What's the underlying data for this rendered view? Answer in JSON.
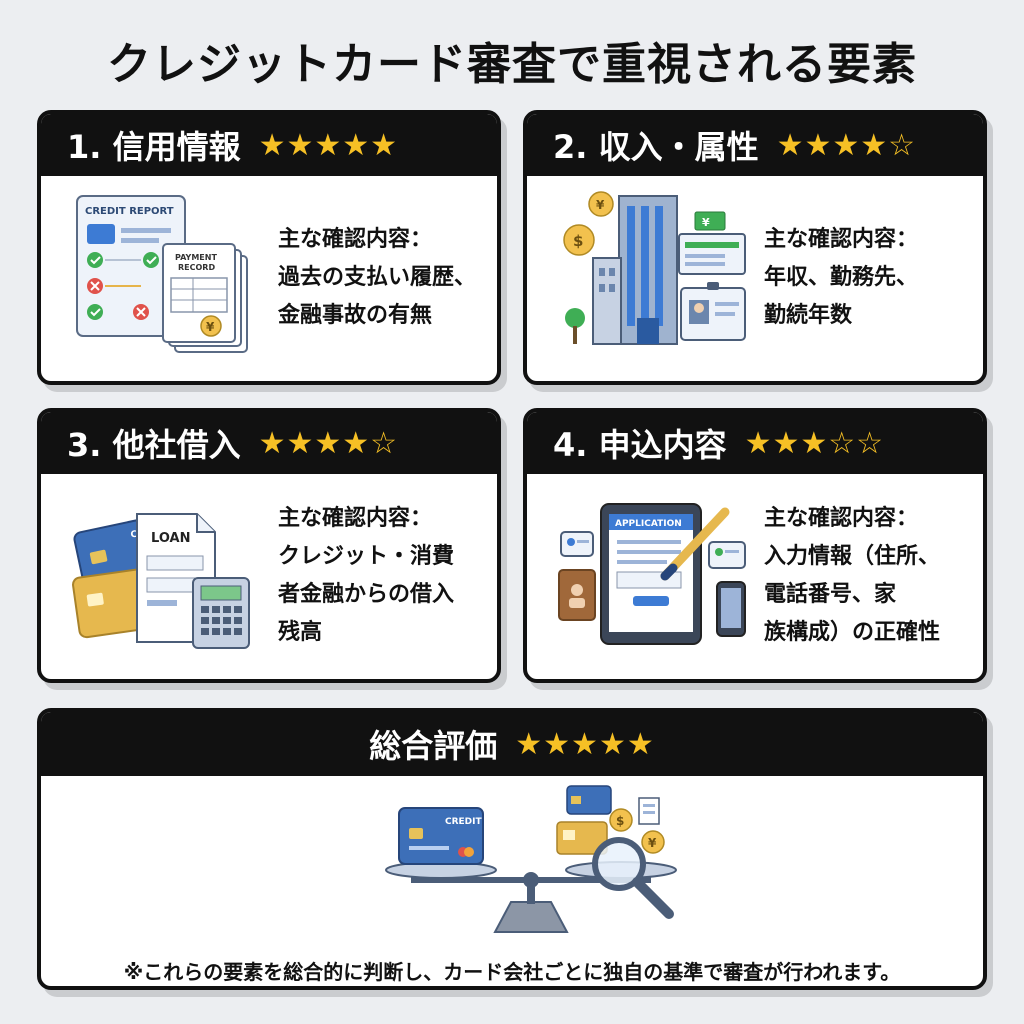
{
  "title": "クレジットカード審査で重視される要素",
  "colors": {
    "header": "#111111",
    "star": "#f6c025",
    "background": "#eceef1"
  },
  "cards": [
    {
      "title": "1. 信用情報",
      "rating": 5,
      "stars": "★★★★★",
      "lines": [
        "主な確認内容：",
        "過去の支払い履歴、",
        "金融事故の有無"
      ],
      "illustration": {
        "icon": "credit-report-icon",
        "labels": [
          "CREDIT REPORT",
          "PAYMENT",
          "RECORD",
          "¥"
        ]
      }
    },
    {
      "title": "2. 収入・属性",
      "rating": 4,
      "stars": "★★★★☆",
      "lines": [
        "主な確認内容：",
        "年収、勤務先、",
        "勤続年数"
      ],
      "illustration": {
        "icon": "office-building-icon",
        "labels": [
          "¥",
          "$",
          "¥"
        ]
      }
    },
    {
      "title": "3. 他社借入",
      "rating": 4,
      "stars": "★★★★☆",
      "lines": [
        "主な確認内容：",
        "クレジット・消費",
        "者金融からの借入",
        "残高"
      ],
      "illustration": {
        "icon": "loan-document-icon",
        "labels": [
          "CREDIT",
          "LOAN"
        ]
      }
    },
    {
      "title": "4. 申込内容",
      "rating": 3,
      "stars": "★★★☆☆",
      "lines": [
        "主な確認内容：",
        "入力情報（住所、",
        "電話番号、家",
        "族構成）の正確性"
      ],
      "illustration": {
        "icon": "application-tablet-icon",
        "labels": [
          "APPLICATION"
        ]
      }
    }
  ],
  "overall": {
    "title": "総合評価",
    "rating": 5,
    "stars": "★★★★★",
    "illustration": {
      "icon": "balance-scale-icon",
      "labels": [
        "CREDIT",
        "$",
        "¥"
      ]
    },
    "footnote": "※これらの要素を総合的に判断し、カード会社ごとに独自の基準で審査が行われます。"
  }
}
